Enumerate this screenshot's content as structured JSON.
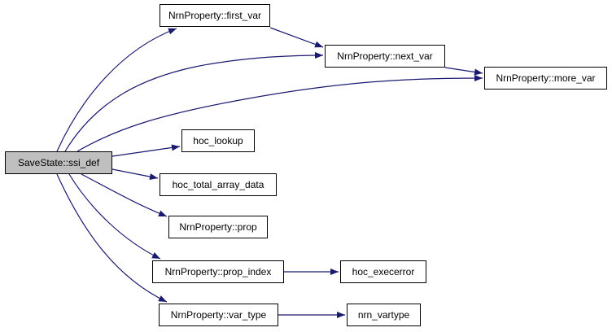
{
  "diagram": {
    "type": "call-graph",
    "root": "SaveState::ssi_def",
    "colors": {
      "edge": "#191970",
      "root_fill": "#bfbfbf",
      "node_fill": "#ffffff",
      "node_border": "#000000"
    },
    "nodes": {
      "ssi_def": "SaveState::ssi_def",
      "first_var": "NrnProperty::first_var",
      "next_var": "NrnProperty::next_var",
      "more_var": "NrnProperty::more_var",
      "hoc_lookup": "hoc_lookup",
      "hoc_total_array_data": "hoc_total_array_data",
      "prop": "NrnProperty::prop",
      "prop_index": "NrnProperty::prop_index",
      "hoc_execerror": "hoc_execerror",
      "var_type": "NrnProperty::var_type",
      "nrn_vartype": "nrn_vartype"
    },
    "edges": [
      [
        "ssi_def",
        "first_var"
      ],
      [
        "ssi_def",
        "next_var"
      ],
      [
        "ssi_def",
        "more_var"
      ],
      [
        "ssi_def",
        "hoc_lookup"
      ],
      [
        "ssi_def",
        "hoc_total_array_data"
      ],
      [
        "ssi_def",
        "prop"
      ],
      [
        "ssi_def",
        "prop_index"
      ],
      [
        "ssi_def",
        "var_type"
      ],
      [
        "first_var",
        "next_var"
      ],
      [
        "next_var",
        "more_var"
      ],
      [
        "prop_index",
        "hoc_execerror"
      ],
      [
        "var_type",
        "nrn_vartype"
      ]
    ]
  }
}
